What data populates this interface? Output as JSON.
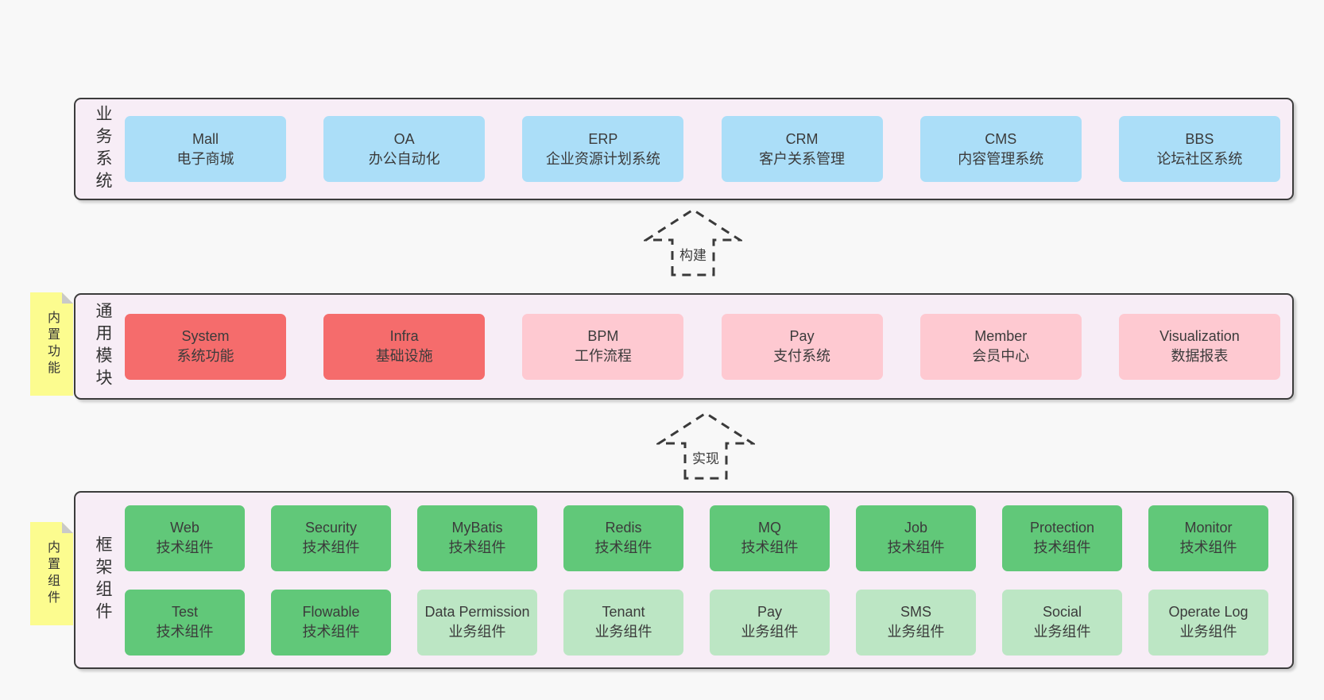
{
  "arrows": {
    "build": "构建",
    "implement": "实现"
  },
  "sections": {
    "business": {
      "side_label": "业务系统",
      "boxes": [
        {
          "title": "Mall",
          "subtitle": "电子商城"
        },
        {
          "title": "OA",
          "subtitle": "办公自动化"
        },
        {
          "title": "ERP",
          "subtitle": "企业资源计划系统"
        },
        {
          "title": "CRM",
          "subtitle": "客户关系管理"
        },
        {
          "title": "CMS",
          "subtitle": "内容管理系统"
        },
        {
          "title": "BBS",
          "subtitle": "论坛社区系统"
        }
      ]
    },
    "modules": {
      "side_label": "通用模块",
      "note_label": "内置功能",
      "boxes": [
        {
          "title": "System",
          "subtitle": "系统功能"
        },
        {
          "title": "Infra",
          "subtitle": "基础设施"
        },
        {
          "title": "BPM",
          "subtitle": "工作流程"
        },
        {
          "title": "Pay",
          "subtitle": "支付系统"
        },
        {
          "title": "Member",
          "subtitle": "会员中心"
        },
        {
          "title": "Visualization",
          "subtitle": "数据报表"
        }
      ]
    },
    "components": {
      "side_label": "框架组件",
      "note_label": "内置组件",
      "row1": [
        {
          "title": "Web",
          "subtitle": "技术组件"
        },
        {
          "title": "Security",
          "subtitle": "技术组件"
        },
        {
          "title": "MyBatis",
          "subtitle": "技术组件"
        },
        {
          "title": "Redis",
          "subtitle": "技术组件"
        },
        {
          "title": "MQ",
          "subtitle": "技术组件"
        },
        {
          "title": "Job",
          "subtitle": "技术组件"
        },
        {
          "title": "Protection",
          "subtitle": "技术组件"
        },
        {
          "title": "Monitor",
          "subtitle": "技术组件"
        }
      ],
      "row2": [
        {
          "title": "Test",
          "subtitle": "技术组件"
        },
        {
          "title": "Flowable",
          "subtitle": "技术组件"
        },
        {
          "title": "Data Permission",
          "subtitle": "业务组件"
        },
        {
          "title": "Tenant",
          "subtitle": "业务组件"
        },
        {
          "title": "Pay",
          "subtitle": "业务组件"
        },
        {
          "title": "SMS",
          "subtitle": "业务组件"
        },
        {
          "title": "Social",
          "subtitle": "业务组件"
        },
        {
          "title": "Operate Log",
          "subtitle": "业务组件"
        }
      ]
    }
  },
  "colors": {
    "page_background": "#f8f8f8",
    "panel_background": "#f7edf6",
    "panel_border": "#3c3c3c",
    "business_box": "#abdef8",
    "module_core_box": "#f56c6c",
    "module_box": "#fec9d1",
    "tech_component_box": "#61c879",
    "biz_component_box": "#bce6c4",
    "sticky_note": "#fcfc8f",
    "text": "#3b3b3b"
  }
}
